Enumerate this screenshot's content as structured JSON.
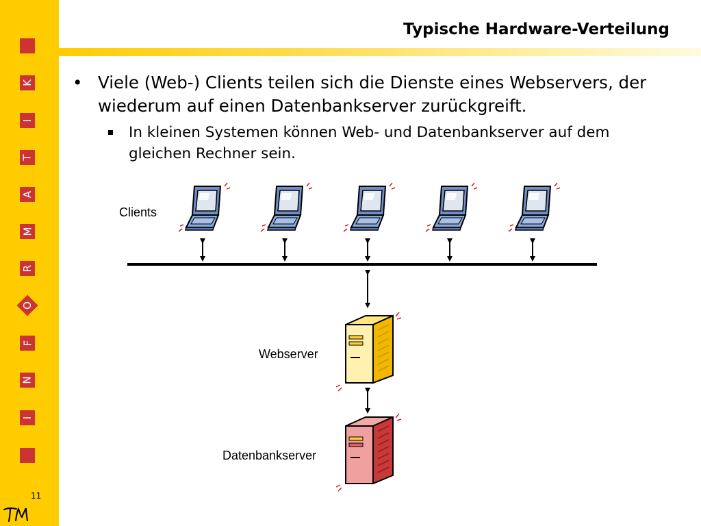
{
  "slide": {
    "title": "Typische Hardware-Verteilung",
    "page_number": "11",
    "bullet_main": "Viele (Web-) Clients teilen sich die Dienste eines Webservers, der wiederum auf einen Datenbankserver zurückgreift.",
    "bullet_sub": "In kleinen Systemen können Web- und Datenbankserver auf dem gleichen Rechner sein.",
    "bullet_char": "•"
  },
  "sidebar": {
    "letters": [
      "K",
      "I",
      "T",
      "A",
      "M",
      "R",
      "O",
      "F",
      "N",
      "I"
    ],
    "logo_text": "TM"
  },
  "diagram": {
    "clients_label": "Clients",
    "webserver_label": "Webserver",
    "dbserver_label": "Datenbankserver",
    "client_count": 5
  },
  "colors": {
    "sidebar": "#ffcc00",
    "accent_red": "#cc3333",
    "webserver": "#ffcc33",
    "dbserver": "#e06060",
    "laptop_screen": "#8aa8d8"
  }
}
